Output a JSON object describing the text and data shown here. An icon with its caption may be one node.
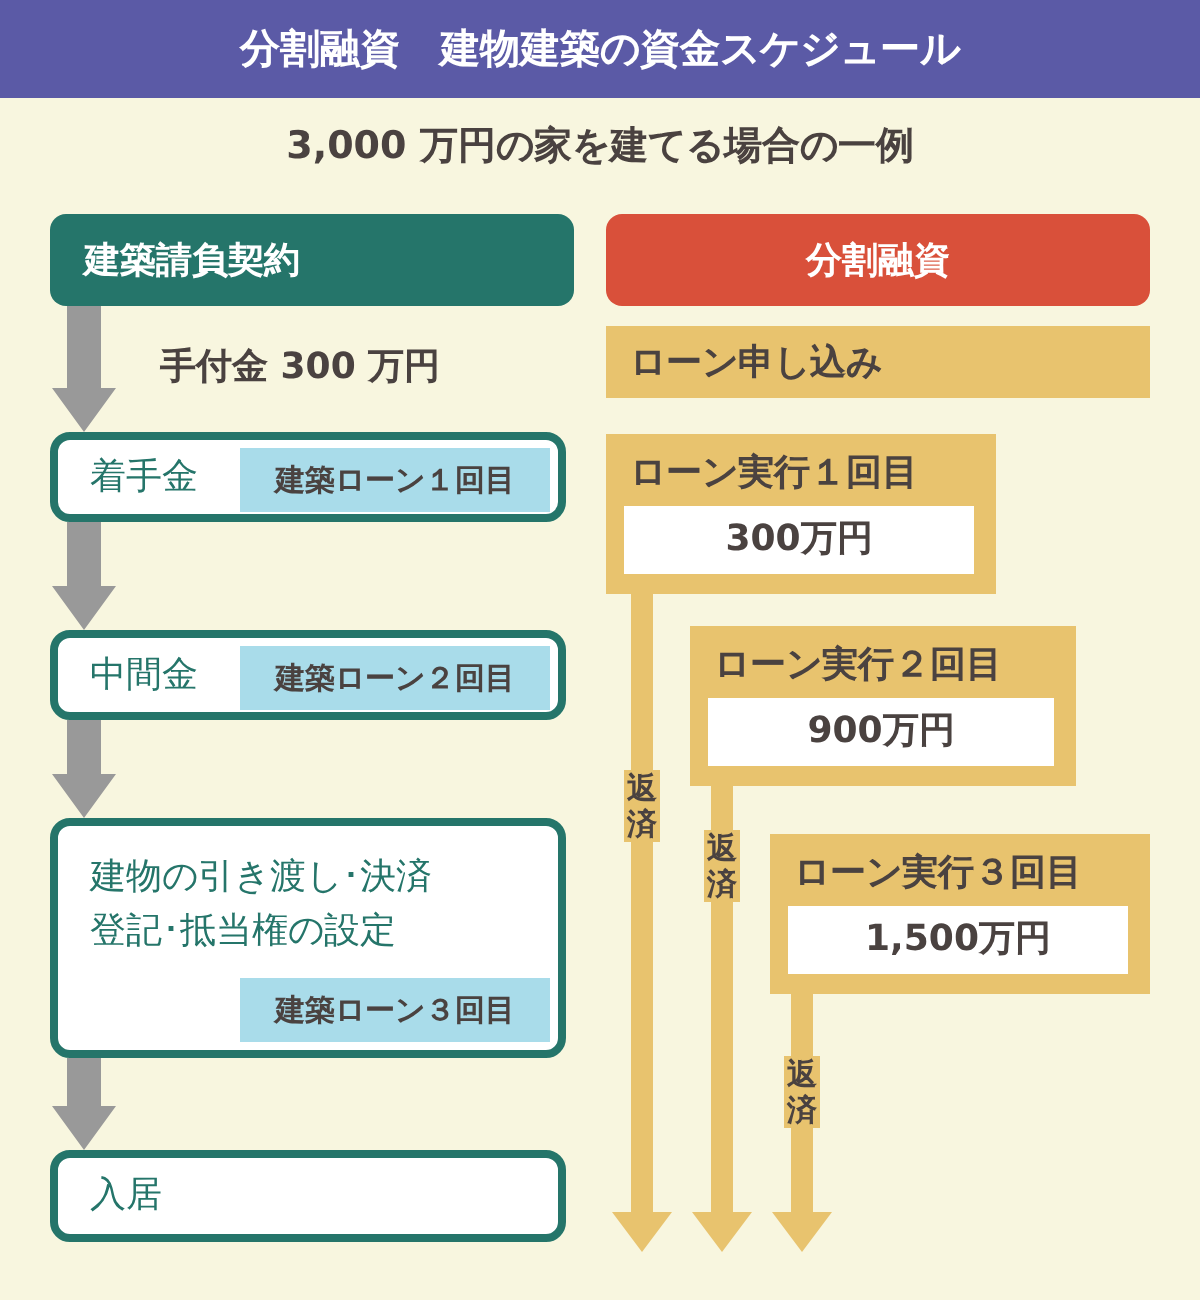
{
  "diagram": {
    "title": "分割融資　建物建築の資金スケジュール",
    "nodes": [
      {
        "text": [
          "建築請負契約"
        ]
      },
      {
        "text": [
          "着手金",
          "建築ローン１回目"
        ]
      },
      {
        "text": [
          "中間金",
          "建築ローン２回目"
        ]
      },
      {
        "text": [
          "建物の引き渡し･決済登記･抵当権の設定",
          "建築ローン３回目"
        ]
      },
      {
        "text": [
          "入居"
        ]
      },
      {
        "text": [
          "分割融資"
        ]
      },
      {
        "text": [
          "ローン申し込み"
        ]
      },
      {
        "text": [
          "ローン実行１回目",
          "300万円"
        ]
      },
      {
        "text": [
          "ローン実行２回目",
          "900万円"
        ]
      },
      {
        "text": [
          "ローン実行３回目",
          "1,500万円"
        ]
      }
    ],
    "edges": [
      {
        "from": 0,
        "to": 1,
        "arrow": "to",
        "label": "手付金 300 万円"
      },
      {
        "from": 1,
        "to": 2,
        "arrow": "to"
      },
      {
        "from": 2,
        "to": 3,
        "arrow": "to"
      },
      {
        "from": 3,
        "to": 4,
        "arrow": "to"
      },
      {
        "from": 7,
        "to": null,
        "arrow": "to",
        "label": "返済",
        "color": "#e8c36e"
      },
      {
        "from": 8,
        "to": null,
        "arrow": "to",
        "label": "返済",
        "color": "#e8c36e"
      },
      {
        "from": 9,
        "to": null,
        "arrow": "to",
        "label": "返済",
        "color": "#e8c36e"
      }
    ],
    "labels": [
      "3,000 万円の家を建てる場合の一例"
    ]
  }
}
